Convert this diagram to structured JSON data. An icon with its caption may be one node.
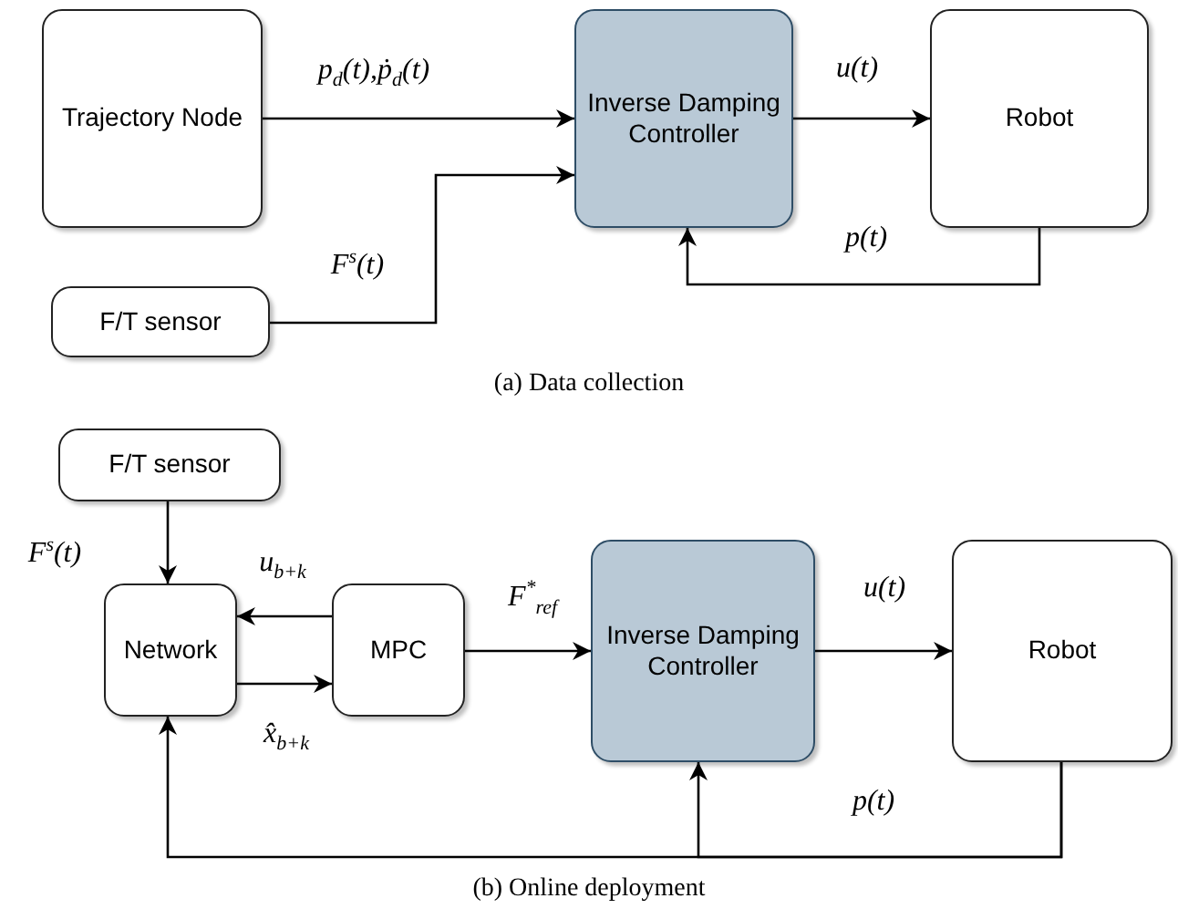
{
  "diagram": {
    "nodes": [
      {
        "text": [
          "Trajectory Node"
        ]
      },
      {
        "text": [
          "Inverse Damping Controller"
        ]
      },
      {
        "text": [
          "Robot"
        ]
      },
      {
        "text": [
          "F/T sensor"
        ]
      },
      {
        "text": [
          "F/T sensor"
        ]
      },
      {
        "text": [
          "Network"
        ]
      },
      {
        "text": [
          "MPC"
        ]
      },
      {
        "text": [
          "Inverse Damping Controller"
        ]
      },
      {
        "text": [
          "Robot"
        ]
      }
    ],
    "edges": [
      {
        "from": 0,
        "to": 1,
        "arrow": "to",
        "label": "p$_{d}$(t),ṗ$_{d}$(t)"
      },
      {
        "from": 1,
        "to": 2,
        "arrow": "to",
        "label": "u(t)"
      },
      {
        "from": 2,
        "to": 1,
        "arrow": "to",
        "label": "p(t)"
      },
      {
        "from": 3,
        "to": 1,
        "arrow": "to",
        "label": "F$^{s}$(t)"
      },
      {
        "from": 4,
        "to": 5,
        "arrow": "to",
        "label": "F$^{s}$(t)"
      },
      {
        "from": 6,
        "to": 5,
        "arrow": "to",
        "label": "u$_{b+k}$"
      },
      {
        "from": 5,
        "to": 6,
        "arrow": "to",
        "label": "x̂$_{b+k}$"
      },
      {
        "from": 6,
        "to": 7,
        "arrow": "to",
        "label": "F$^{*}$$_{ref}$"
      },
      {
        "from": 7,
        "to": 8,
        "arrow": "to",
        "label": "u(t)"
      },
      {
        "from": 8,
        "to": 5,
        "arrow": "to"
      },
      {
        "from": 8,
        "to": 7,
        "arrow": "to",
        "label": "p(t)"
      }
    ],
    "labels": [
      "(a) Data collection",
      "(b) Online deployment"
    ]
  }
}
